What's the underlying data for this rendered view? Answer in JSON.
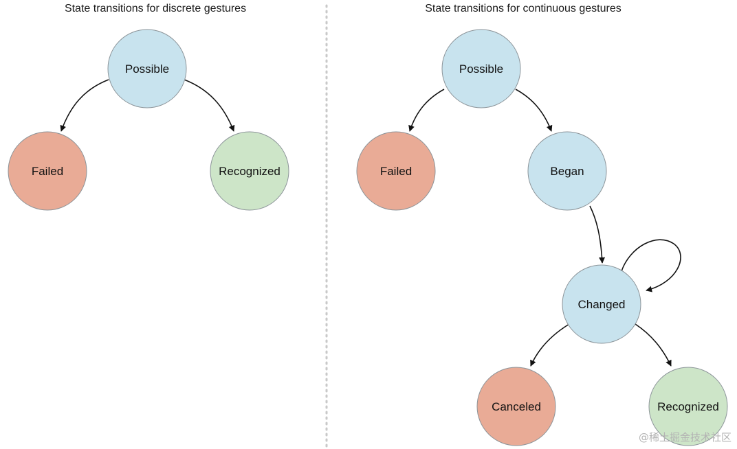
{
  "colors": {
    "possible": "#c8e3ee",
    "failed": "#e9ab96",
    "recognized": "#cde5c8",
    "began": "#c8e3ee",
    "changed": "#c8e3ee",
    "canceled": "#e9ab96",
    "edge": "#111111"
  },
  "discrete": {
    "title": "State transitions for discrete gestures",
    "nodes": {
      "possible": "Possible",
      "failed": "Failed",
      "recognized": "Recognized"
    }
  },
  "continuous": {
    "title": "State transitions for continuous gestures",
    "nodes": {
      "possible": "Possible",
      "failed": "Failed",
      "began": "Began",
      "changed": "Changed",
      "canceled": "Canceled",
      "recognized": "Recognized"
    }
  },
  "watermark": "@稀土掘金技术社区"
}
